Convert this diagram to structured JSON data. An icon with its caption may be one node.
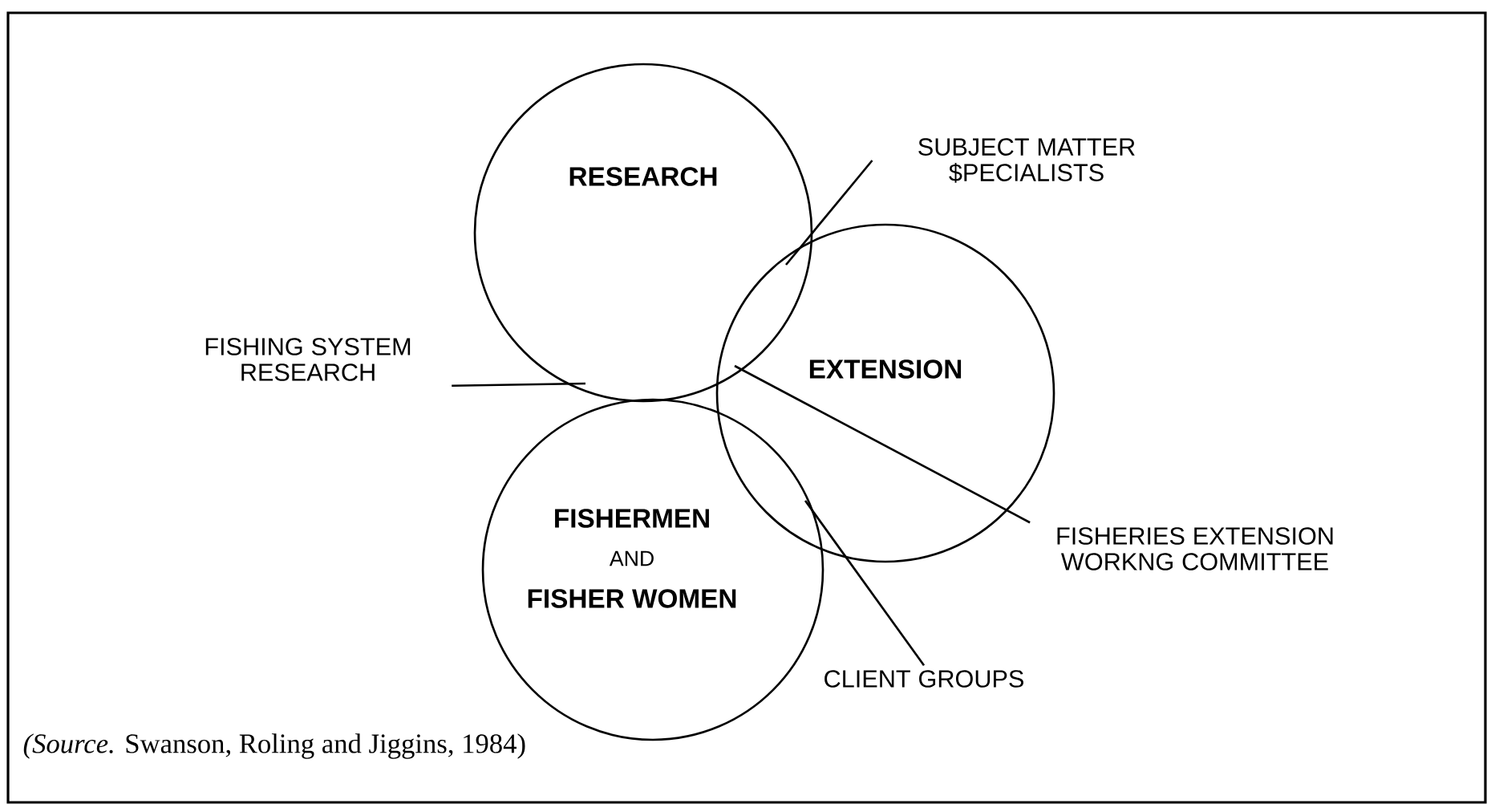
{
  "diagram": {
    "caption": "*(Source.* Swanson, Roling and Jiggins, 1984)",
    "nodes": [
      {
        "text": [
          "RESEARCH"
        ]
      },
      {
        "text": [
          "EXTENSION"
        ]
      },
      {
        "text": [
          "FISHERMEN",
          "AND",
          "FISHER WOMEN"
        ]
      },
      {
        "text": [
          "SUBJECT MATTER $PECIALISTS"
        ]
      },
      {
        "text": [
          "FISHING SYSTEM RESEARCH"
        ]
      },
      {
        "text": [
          "FISHERIES EXTENSION WORKNG COMMITTEE"
        ]
      },
      {
        "text": [
          "CLIENT GROUPS"
        ]
      }
    ],
    "edges": [
      {
        "from": 3,
        "to": 1,
        "arrow": "none"
      },
      {
        "from": 4,
        "to": 0,
        "arrow": "none"
      },
      {
        "from": 5,
        "to": 1,
        "arrow": "none"
      },
      {
        "from": 6,
        "to": 1,
        "arrow": "none"
      }
    ]
  }
}
